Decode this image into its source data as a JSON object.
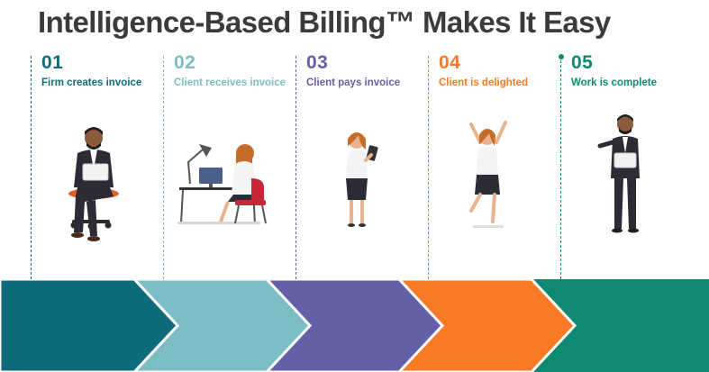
{
  "title": "Intelligence-Based Billing™ Makes It Easy",
  "steps": [
    {
      "number": "01",
      "label": "Firm creates invoice",
      "color": "#0e6b7a",
      "illustration": "man-sitting-laptop-icon"
    },
    {
      "number": "02",
      "label": "Client receives invoice",
      "color": "#7dbdc4",
      "illustration": "woman-at-desk-icon"
    },
    {
      "number": "03",
      "label": "Client pays invoice",
      "color": "#6460a8",
      "illustration": "woman-with-tablet-icon"
    },
    {
      "number": "04",
      "label": "Client is delighted",
      "color": "#f97a25",
      "illustration": "woman-jumping-icon"
    },
    {
      "number": "05",
      "label": "Work is complete",
      "color": "#0f8a70",
      "illustration": "man-checking-watch-icon"
    }
  ]
}
